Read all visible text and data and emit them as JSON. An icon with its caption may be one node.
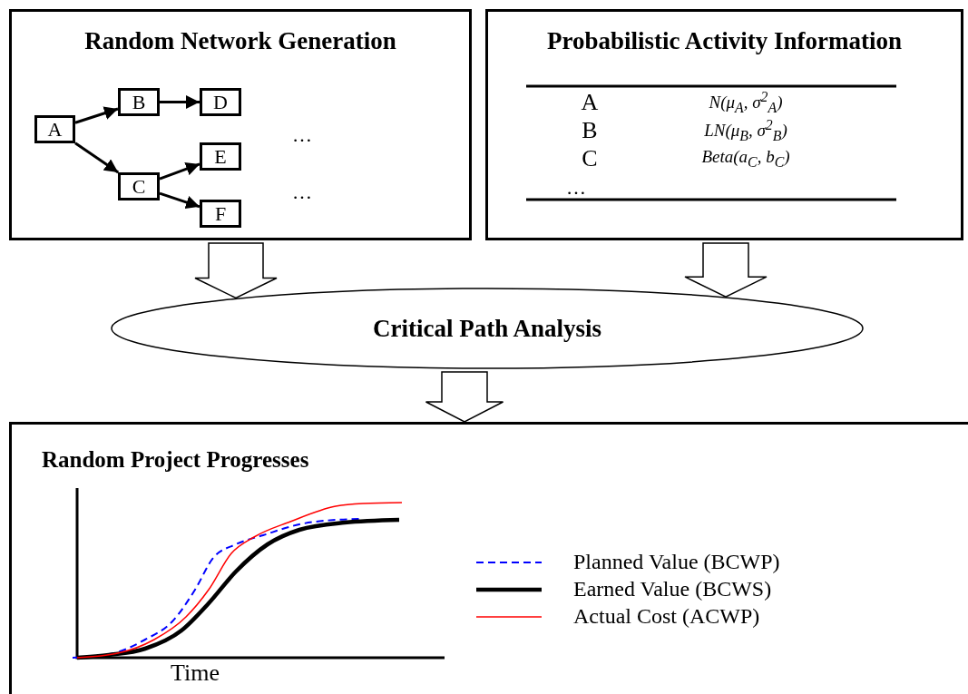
{
  "diagram": {
    "nodes": [
      {
        "text": [
          "Random Network Generation"
        ]
      },
      {
        "text": [
          "A"
        ],
        "in": 0
      },
      {
        "text": [
          "B"
        ],
        "in": 0
      },
      {
        "text": [
          "C"
        ],
        "in": 0
      },
      {
        "text": [
          "D"
        ],
        "in": 0
      },
      {
        "text": [
          "E"
        ],
        "in": 0
      },
      {
        "text": [
          "F"
        ],
        "in": 0
      },
      {
        "text": [
          "Probabilistic Activity Information"
        ]
      },
      {
        "text": [
          "Critical Path Analysis"
        ]
      },
      {
        "text": [
          "Random Project Progresses"
        ]
      }
    ],
    "edges": [
      {
        "from": 1,
        "to": 2,
        "arrow": "to"
      },
      {
        "from": 1,
        "to": 3,
        "arrow": "to"
      },
      {
        "from": 2,
        "to": 4,
        "arrow": "to"
      },
      {
        "from": 3,
        "to": 5,
        "arrow": "to"
      },
      {
        "from": 3,
        "to": 6,
        "arrow": "to"
      },
      {
        "from": 0,
        "to": 8,
        "arrow": "to",
        "style": "thick"
      },
      {
        "from": 7,
        "to": 8,
        "arrow": "to",
        "style": "thick"
      },
      {
        "from": 8,
        "to": 9,
        "arrow": "to",
        "style": "thick"
      }
    ],
    "labels": [
      "…",
      "…",
      "A",
      "N(μ$_{A}$, σ$^{2}$$_{A}$)",
      "B",
      "LN(μ$_{B}$, σ$^{2}$$_{B}$)",
      "C",
      "Beta(a$_{C}$, b$_{C}$)",
      "…",
      "Time"
    ],
    "legend": [
      {
        "text": "Planned Value (BCWP)"
      },
      {
        "text": "Earned Value (BCWS)"
      },
      {
        "text": "Actual Cost (ACWP)"
      }
    ]
  }
}
